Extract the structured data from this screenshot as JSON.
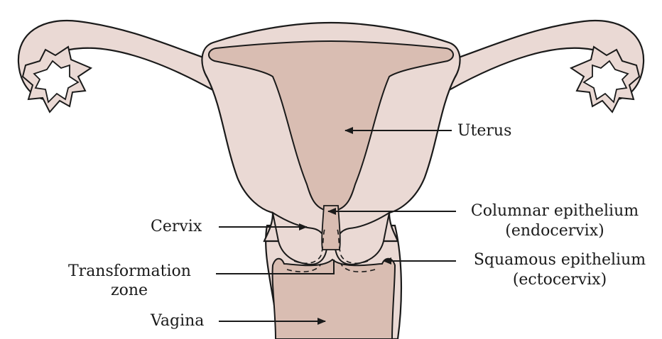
{
  "labels": {
    "uterus": "Uterus",
    "columnar_line1": "Columnar epithelium",
    "columnar_line2": "(endocervix)",
    "cervix": "Cervix",
    "squamous_line1": "Squamous epithelium",
    "squamous_line2": "(ectocervix)",
    "transformation_line1": "Transformation",
    "transformation_line2": "zone",
    "vagina": "Vagina"
  },
  "colors": {
    "outer_tissue": "#ead9d4",
    "inner_cavity": "#d9bdb2",
    "outline": "#1a1a1a"
  }
}
